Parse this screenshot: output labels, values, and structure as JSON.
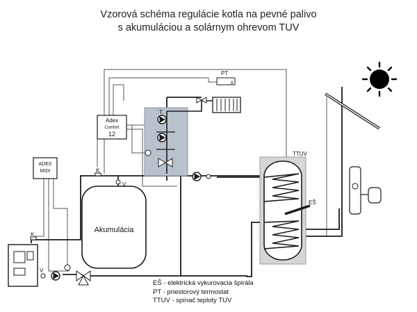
{
  "title": {
    "line1": "Vzorová schéma regulácie kotla na pevné palivo",
    "line2": "s akumuláciou a solárnym ohrevom TUV"
  },
  "labels": {
    "pt": "PT",
    "pt_num": "8",
    "adex_comfort_name": "Adex",
    "adex_comfort_sub": "Comfort",
    "adex_comfort_num": "12",
    "adex_midi_line1": "ADEX",
    "adex_midi_line2": "MIDI",
    "ttuv": "TTUV",
    "es": "EŠ",
    "akumulacia": "Akumulácia",
    "k1": "K",
    "k2": "K",
    "v1": "V",
    "v2": "V",
    "t": "T"
  },
  "legend": [
    "EŠ - elektrická vykurovacia špirála",
    "PT - priestorový termostat",
    "TTUV - spínač teploty TUV"
  ],
  "colors": {
    "line": "#1a1a1a",
    "signal": "#555555",
    "module_fill": "#b9c2cc",
    "tank_frame": "#d6d6d6",
    "sun": "#000000"
  }
}
